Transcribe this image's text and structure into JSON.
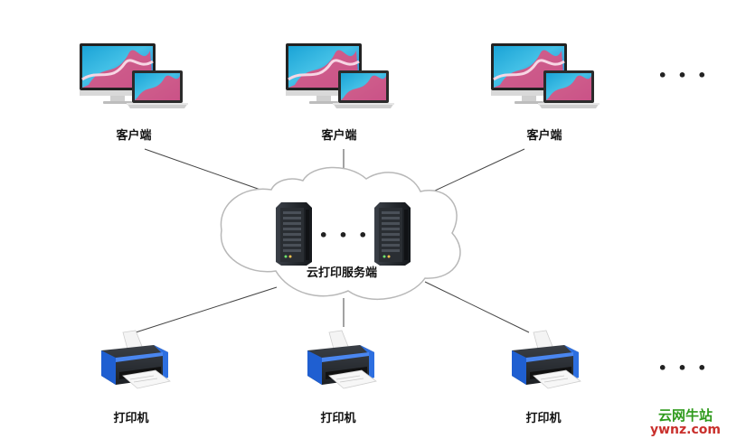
{
  "clients": [
    {
      "label": "客户端"
    },
    {
      "label": "客户端"
    },
    {
      "label": "客户端"
    }
  ],
  "client_more": "• • •",
  "cloud": {
    "label": "云打印服务端",
    "server_more": "• • •"
  },
  "printers": [
    {
      "label": "打印机"
    },
    {
      "label": "打印机"
    },
    {
      "label": "打印机"
    }
  ],
  "printer_more": "• • •",
  "watermark": {
    "cn": "云网牛站",
    "en": "ywnz.com"
  },
  "colors": {
    "line": "#444444",
    "cloud_stroke": "#b8b8b8",
    "printer_blue": "#1f5fd1",
    "server_dark": "#2b2f35",
    "watermark_green": "#2f9a1c",
    "watermark_red": "#c9302c"
  }
}
